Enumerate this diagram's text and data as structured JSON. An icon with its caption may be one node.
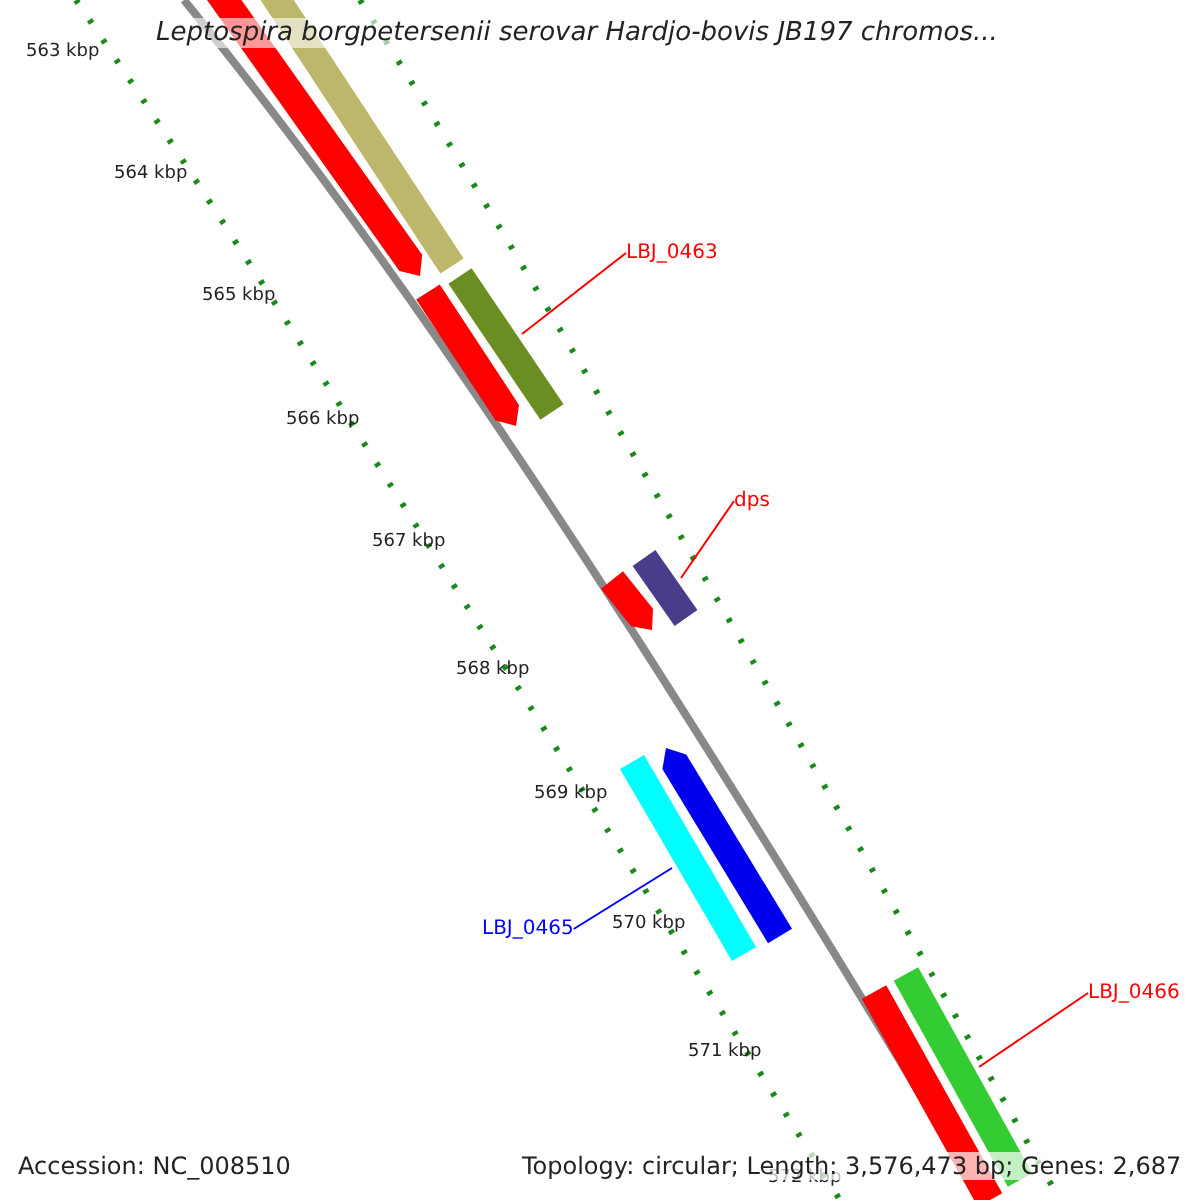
{
  "diagram": {
    "title": "Leptospira borgpetersenii serovar Hardjo-bovis JB197 chromos...",
    "nodes": [
      {
        "text": [
          "LBJ_0463"
        ]
      },
      {
        "text": [],
        "shape": "bar"
      },
      {
        "text": [
          "dps"
        ]
      },
      {
        "text": [],
        "shape": "bar"
      },
      {
        "text": [
          "LBJ_0465"
        ]
      },
      {
        "text": [],
        "shape": "bar"
      },
      {
        "text": [
          "LBJ_0466"
        ]
      },
      {
        "text": [],
        "shape": "bar"
      }
    ],
    "edges": [
      {
        "from": 0,
        "to": 1,
        "arrow": "none"
      },
      {
        "from": 2,
        "to": 3,
        "arrow": "none"
      },
      {
        "from": 4,
        "to": 5,
        "arrow": "none",
        "color": "#0000ff"
      },
      {
        "from": 6,
        "to": 7,
        "arrow": "none"
      }
    ],
    "labels": [
      "563 kbp",
      "564 kbp",
      "565 kbp",
      "566 kbp",
      "567 kbp",
      "568 kbp",
      "569 kbp",
      "570 kbp",
      "571 kbp",
      "572 kbp",
      "Accession: NC_008510",
      "Topology: circular; Length: 3,576,473 bp; Genes: 2,687"
    ]
  }
}
